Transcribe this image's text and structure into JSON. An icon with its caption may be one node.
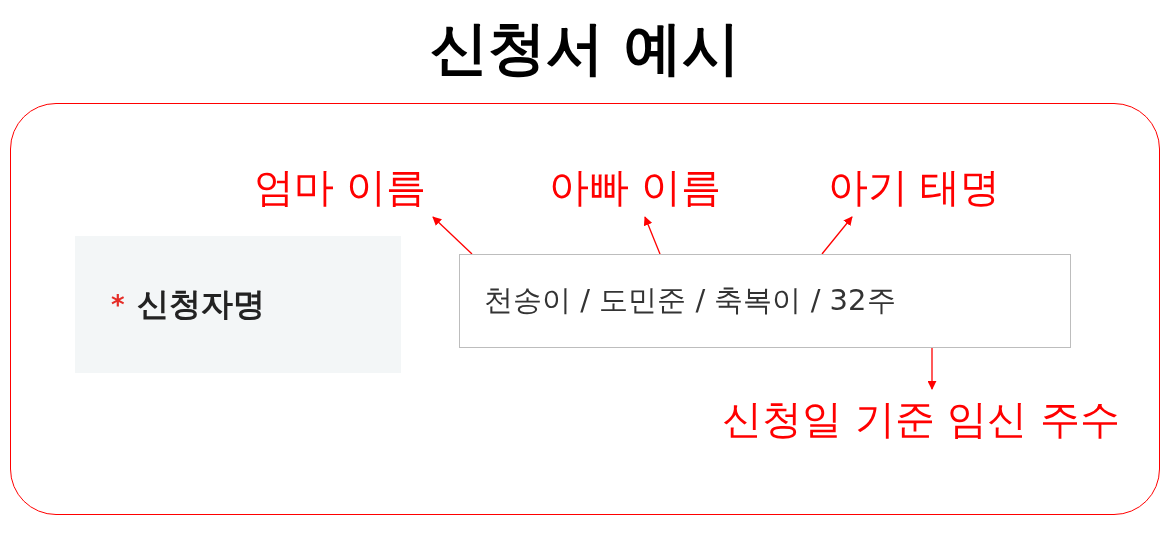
{
  "diagram": {
    "title": "신청서 예시",
    "nodes": [
      {
        "text": [],
        "shape": "box"
      },
      {
        "text": [
          "*",
          "신청자명"
        ],
        "in": 0
      },
      {
        "text": [
          "천송이 / 도민준 / 축복이 / 32주"
        ],
        "in": 0
      },
      {
        "text": [
          "엄마 이름"
        ],
        "in": 0
      },
      {
        "text": [
          "아빠 이름"
        ],
        "in": 0
      },
      {
        "text": [
          "아기 태명"
        ],
        "in": 0
      },
      {
        "text": [
          "신청일 기준 임신 주수"
        ],
        "in": 0
      }
    ],
    "edges": [
      {
        "from": 2,
        "to": 3,
        "arrow": "to"
      },
      {
        "from": 2,
        "to": 4,
        "arrow": "to"
      },
      {
        "from": 2,
        "to": 5,
        "arrow": "to"
      },
      {
        "from": 2,
        "to": 6,
        "arrow": "to"
      }
    ]
  }
}
